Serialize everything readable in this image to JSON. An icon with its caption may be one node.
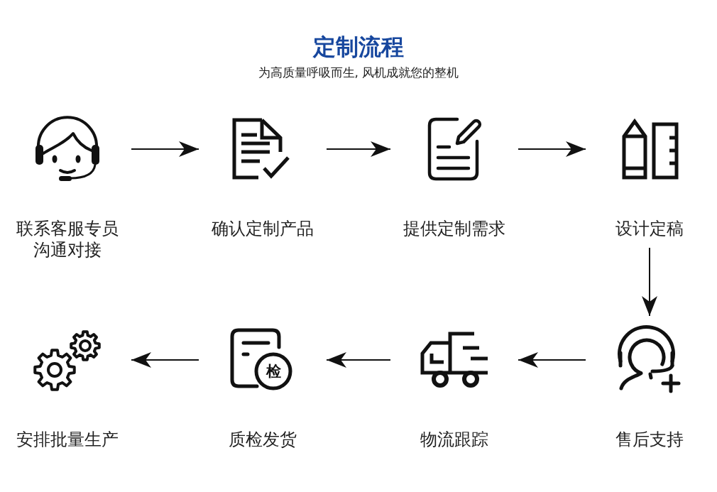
{
  "diagram": {
    "title": "定制流程",
    "nodes": [
      {
        "text": [
          "联系客服专员沟通对接"
        ]
      },
      {
        "text": [
          "确认定制产品"
        ]
      },
      {
        "text": [
          "提供定制需求"
        ]
      },
      {
        "text": [
          "设计定稿"
        ]
      },
      {
        "text": [
          "安排批量生产"
        ]
      },
      {
        "text": [
          "质检发货"
        ]
      },
      {
        "text": [
          "物流跟踪"
        ]
      },
      {
        "text": [
          "售后支持"
        ]
      }
    ],
    "edges": [
      {
        "from": 0,
        "to": 1,
        "arrow": "to"
      },
      {
        "from": 1,
        "to": 2,
        "arrow": "to"
      },
      {
        "from": 2,
        "to": 3,
        "arrow": "to"
      },
      {
        "from": 3,
        "to": 7,
        "arrow": "to"
      },
      {
        "from": 7,
        "to": 6,
        "arrow": "to"
      },
      {
        "from": 6,
        "to": 5,
        "arrow": "to"
      },
      {
        "from": 5,
        "to": 4,
        "arrow": "to"
      }
    ],
    "labels": [
      "为高质量呼吸而生, 风机成就您的整机",
      "检"
    ]
  }
}
